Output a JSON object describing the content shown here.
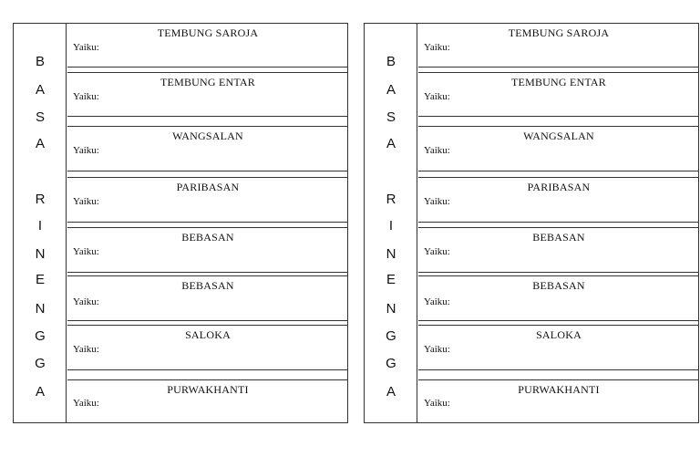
{
  "side_letters": [
    "B",
    "A",
    "S",
    "A",
    "",
    "R",
    "I",
    "N",
    "E",
    "N",
    "G",
    "G",
    "A"
  ],
  "entry_label": "Yaiku:",
  "entries": [
    "TEMBUNG SAROJA",
    "TEMBUNG ENTAR",
    "WANGSALAN",
    "PARIBASAN",
    "BEBASAN",
    "BEBASAN",
    "SALOKA",
    "PURWAKHANTI"
  ]
}
